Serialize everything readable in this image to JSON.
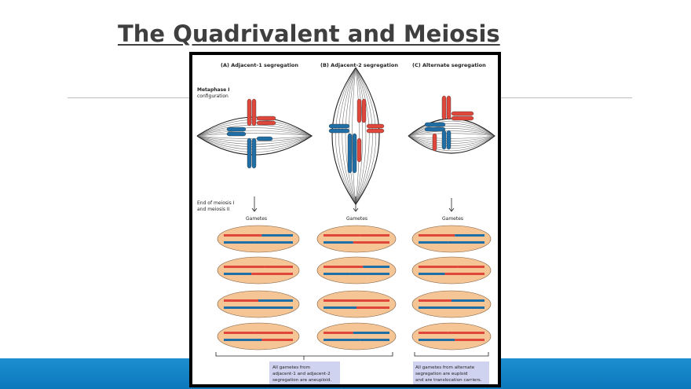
{
  "slide": {
    "title": "The Quadrivalent and Meiosis"
  },
  "figure": {
    "panels": [
      {
        "label": "(A)  Adjacent-1 segregation",
        "key": "a"
      },
      {
        "label": "(B)  Adjacent-2 segregation",
        "key": "b"
      },
      {
        "label": "(C)  Alternate segregation",
        "key": "c"
      }
    ],
    "side_label_top": [
      "Metaphase I",
      "configuration"
    ],
    "side_label_mid": [
      "End of meiosis I",
      "and meiosis II"
    ],
    "gametes_label": "Gametes",
    "caption_left": [
      "All gametes from",
      "adjacent-1 and adjacent-2",
      "segregation are aneuploid."
    ],
    "caption_right": [
      "All gametes from alternate",
      "segregation are euploid",
      "and are translocation carriers."
    ],
    "colors": {
      "red_chromosome": "#e0463a",
      "blue_chromosome": "#1f6fa6",
      "gamete_fill": "#f6c596",
      "caption_fill": "#cfd3ef",
      "footer_bar": "#1486c8"
    }
  }
}
